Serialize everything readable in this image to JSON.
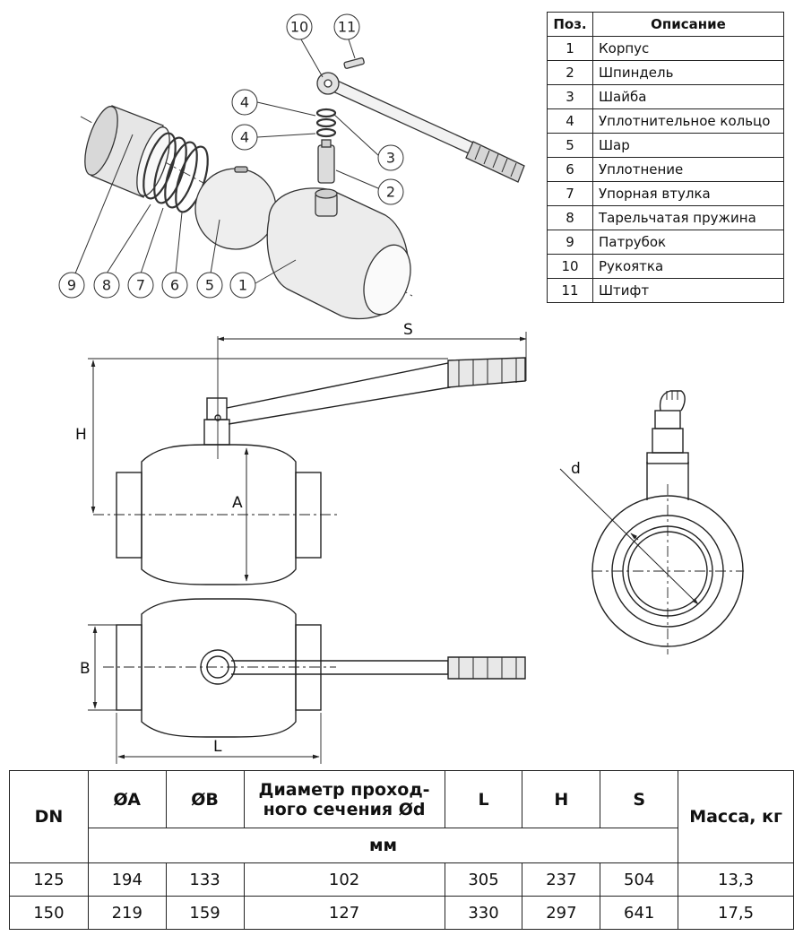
{
  "callouts": [
    "1",
    "2",
    "3",
    "4",
    "4",
    "5",
    "6",
    "7",
    "8",
    "9",
    "10",
    "11"
  ],
  "parts_table": {
    "headers": [
      "Поз.",
      "Описание"
    ],
    "rows": [
      [
        "1",
        "Корпус"
      ],
      [
        "2",
        "Шпиндель"
      ],
      [
        "3",
        "Шайба"
      ],
      [
        "4",
        "Уплотнительное кольцо"
      ],
      [
        "5",
        "Шар"
      ],
      [
        "6",
        "Уплотнение"
      ],
      [
        "7",
        "Упорная втулка"
      ],
      [
        "8",
        "Тарельчатая пружина"
      ],
      [
        "9",
        "Патрубок"
      ],
      [
        "10",
        "Рукоятка"
      ],
      [
        "11",
        "Штифт"
      ]
    ]
  },
  "dimension_labels": {
    "S": "S",
    "H": "H",
    "A": "A",
    "B": "B",
    "L": "L",
    "d": "d"
  },
  "spec_table": {
    "headers": {
      "dn": "DN",
      "a": "ØA",
      "b": "ØB",
      "diameter": "Диаметр проход- ного сечения Ød",
      "l": "L",
      "h": "H",
      "s": "S",
      "mass": "Масса, кг"
    },
    "units": "мм",
    "rows": [
      [
        "125",
        "194",
        "133",
        "102",
        "305",
        "237",
        "504",
        "13,3"
      ],
      [
        "150",
        "219",
        "159",
        "127",
        "330",
        "297",
        "641",
        "17,5"
      ]
    ]
  }
}
